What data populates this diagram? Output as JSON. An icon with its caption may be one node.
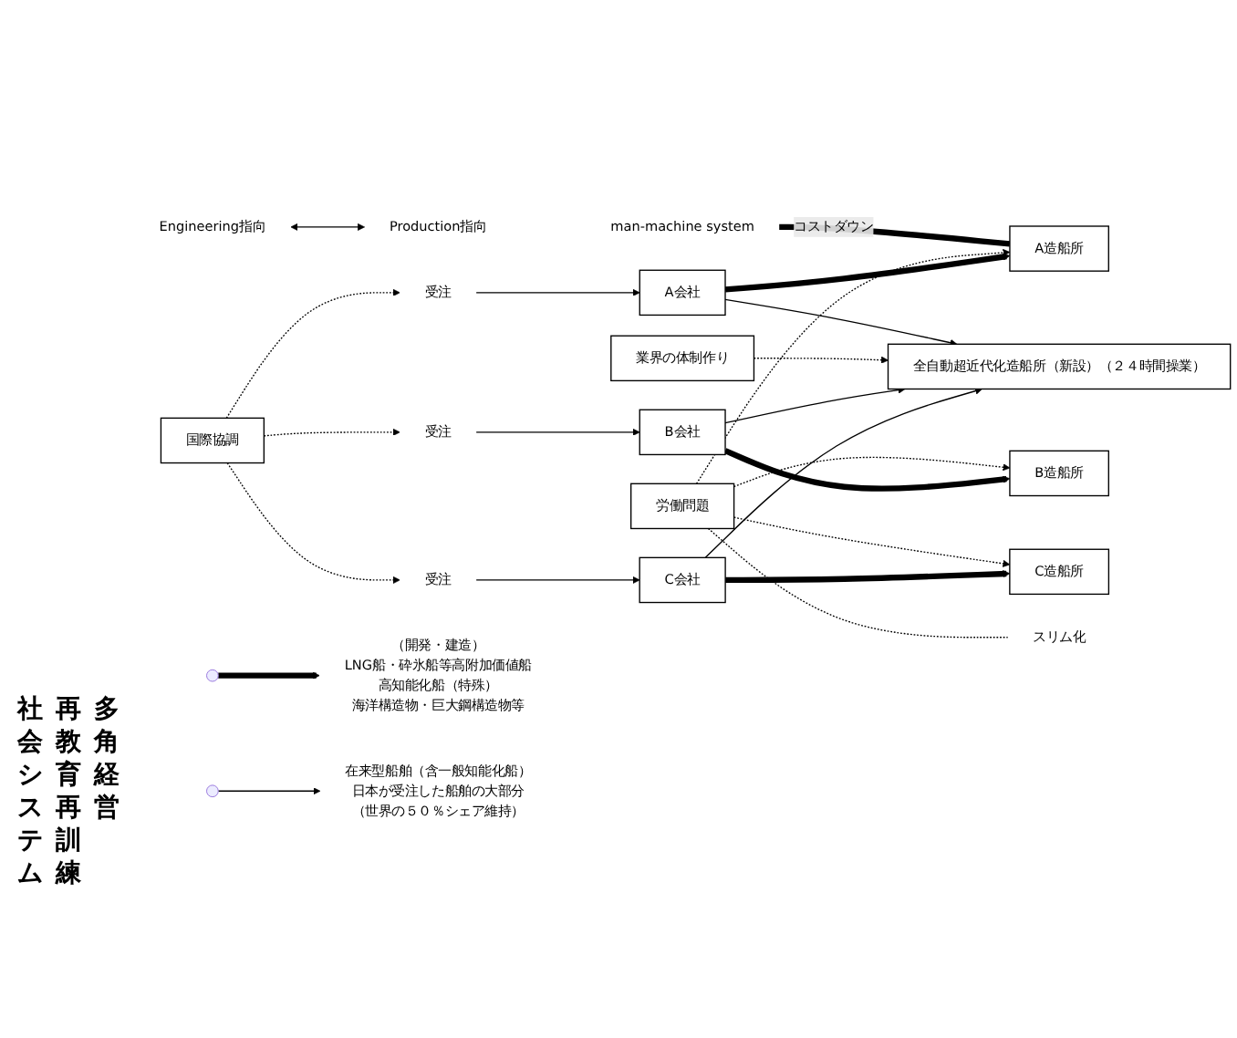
{
  "diagram": {
    "nodes": [
      {
        "text": [
          "Engineering指向"
        ]
      },
      {
        "text": [
          "Production指向"
        ]
      },
      {
        "text": [
          "受注"
        ]
      },
      {
        "text": [
          "国際協調"
        ]
      },
      {
        "text": [
          "man-machine system"
        ]
      },
      {
        "text": [
          "労働問題"
        ]
      },
      {
        "text": [
          "A造船所"
        ]
      },
      {
        "text": [
          "A会社"
        ]
      },
      {
        "text": [
          "業界の体制作り"
        ]
      },
      {
        "text": [
          "受注"
        ]
      },
      {
        "text": [
          "B造船所"
        ]
      },
      {
        "text": [
          "B会社"
        ]
      },
      {
        "text": [
          "全自動超近代化造船所（新設）（２４時間操業）"
        ]
      },
      {
        "text": [
          "受注"
        ]
      },
      {
        "text": [
          "C造船所"
        ]
      },
      {
        "text": [
          "C会社"
        ]
      },
      {
        "text": [
          "スリム化"
        ]
      },
      {
        "text": [
          "（開発・建造）",
          "LNG船・砕氷船等高附加価値船",
          "高知能化船（特殊）",
          "海洋構造物・巨大鋼構造物等"
        ]
      },
      {
        "text": [
          "在来型船舶（含一般知能化船）",
          "日本が受注した船舶の大部分",
          "（世界の５０％シェア維持）"
        ]
      }
    ],
    "edges": [
      {
        "from": 0,
        "to": 1,
        "arrow": "both"
      },
      {
        "from": 3,
        "to": 2,
        "arrow": "to",
        "style": "dashed"
      },
      {
        "from": 2,
        "to": 7,
        "arrow": "to"
      },
      {
        "from": 4,
        "to": 6,
        "arrow": "none",
        "style": "thick",
        "label": "コストダウン"
      },
      {
        "from": 5,
        "to": 6,
        "arrow": "to",
        "style": "dashed"
      },
      {
        "from": 7,
        "to": 6,
        "arrow": "to",
        "style": "thick"
      },
      {
        "from": 7,
        "to": 12,
        "arrow": "to"
      },
      {
        "from": 3,
        "to": 9,
        "arrow": "to",
        "style": "dashed"
      },
      {
        "from": 8,
        "to": 12,
        "arrow": "to",
        "style": "dashed"
      },
      {
        "from": 9,
        "to": 11,
        "arrow": "to"
      },
      {
        "from": 5,
        "to": 10,
        "arrow": "to",
        "style": "dashed"
      },
      {
        "from": 11,
        "to": 10,
        "arrow": "to",
        "style": "thick"
      },
      {
        "from": 11,
        "to": 12,
        "arrow": "to"
      },
      {
        "from": 3,
        "to": 13,
        "arrow": "to",
        "style": "dashed"
      },
      {
        "from": 13,
        "to": 15,
        "arrow": "to"
      },
      {
        "from": 5,
        "to": 14,
        "arrow": "to",
        "style": "dashed"
      },
      {
        "from": 15,
        "to": 14,
        "arrow": "to",
        "style": "thick"
      },
      {
        "from": 15,
        "to": 12,
        "arrow": "to"
      },
      {
        "from": 5,
        "to": 16,
        "arrow": "none",
        "style": "dashed"
      },
      {
        "from": null,
        "to": 17,
        "arrow": "to",
        "style": "thick"
      },
      {
        "from": null,
        "to": 18,
        "arrow": "to"
      }
    ],
    "labels": [
      "多角経営",
      "再教育再訓練",
      "社会システム"
    ]
  }
}
